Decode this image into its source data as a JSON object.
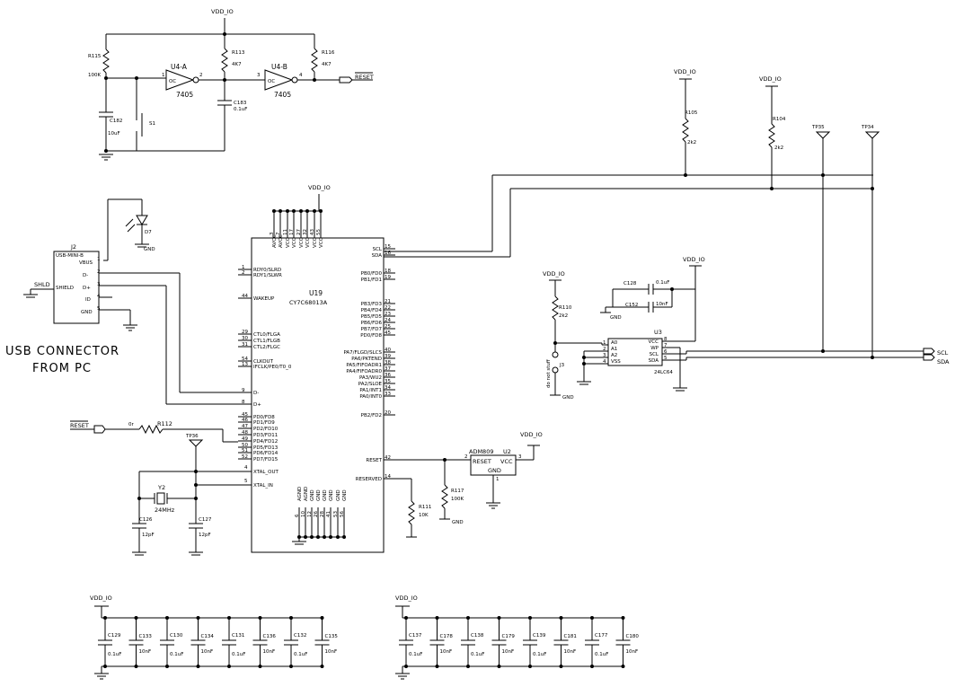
{
  "power": {
    "vdd": "VDD_IO",
    "gnd": "GND"
  },
  "reset_net": "RESET",
  "heading": {
    "line1": "USB CONNECTOR",
    "line2": "FROM PC"
  },
  "reset_circuit": {
    "r115": {
      "ref": "R115",
      "val": "100K"
    },
    "r113": {
      "ref": "R113",
      "val": "4K7"
    },
    "r116": {
      "ref": "R116",
      "val": "4K7"
    },
    "u4a": {
      "ref": "U4-A",
      "type": "7405",
      "oc": "OC",
      "pin_in": "1",
      "pin_out": "2"
    },
    "u4b": {
      "ref": "U4-B",
      "type": "7405",
      "oc": "OC",
      "pin_in": "3",
      "pin_out": "4"
    },
    "c182": {
      "ref": "C182",
      "val": "10uF"
    },
    "c183": {
      "ref": "C183",
      "val": "0.1uF"
    },
    "s1": {
      "ref": "S1"
    }
  },
  "led": {
    "ref": "D7"
  },
  "usb_conn": {
    "ref": "J2",
    "type": "USB-MINI-B",
    "pins": [
      {
        "name": "VBUS",
        "num": "1"
      },
      {
        "name": "D-",
        "num": "2"
      },
      {
        "name": "D+",
        "num": "3"
      },
      {
        "name": "ID",
        "num": "4"
      },
      {
        "name": "GND",
        "num": "5"
      }
    ],
    "shield": "SHIELD",
    "shld": "SHLD"
  },
  "mcu": {
    "ref": "U19",
    "part": "CY7C68013A",
    "top_pins": [
      {
        "name": "AVCC",
        "num": "3"
      },
      {
        "name": "AVCC",
        "num": "7"
      },
      {
        "name": "VCC",
        "num": "11"
      },
      {
        "name": "VCC",
        "num": "17"
      },
      {
        "name": "VCC",
        "num": "27"
      },
      {
        "name": "VCC",
        "num": "32"
      },
      {
        "name": "VCC",
        "num": "43"
      },
      {
        "name": "VCC",
        "num": "55"
      }
    ],
    "bottom_pins": [
      {
        "name": "AGND",
        "num": "6"
      },
      {
        "name": "AGND",
        "num": "10"
      },
      {
        "name": "GND",
        "num": "12"
      },
      {
        "name": "GND",
        "num": "26"
      },
      {
        "name": "GND",
        "num": "28"
      },
      {
        "name": "GND",
        "num": "41"
      },
      {
        "name": "GND",
        "num": "53"
      },
      {
        "name": "GND",
        "num": "56"
      }
    ],
    "left_pins": [
      {
        "name": "RDY0/SLRD",
        "num": "1"
      },
      {
        "name": "RDY1/SLWR",
        "num": "2"
      },
      {
        "name": "WAKEUP",
        "num": "44"
      },
      {
        "name": "CTL0/FLGA",
        "num": "29"
      },
      {
        "name": "CTL1/FLGB",
        "num": "30"
      },
      {
        "name": "CTL2/FLGC",
        "num": "31"
      },
      {
        "name": "CLKOUT",
        "num": "54"
      },
      {
        "name": "IFCLK/PE0/T0_0",
        "num": "13"
      },
      {
        "name": "D-",
        "num": "9"
      },
      {
        "name": "D+",
        "num": "8"
      },
      {
        "name": "PD0/FD8",
        "num": "45"
      },
      {
        "name": "PD1/FD9",
        "num": "46"
      },
      {
        "name": "PD2/FD10",
        "num": "47"
      },
      {
        "name": "PD3/FD11",
        "num": "48"
      },
      {
        "name": "PD4/FD12",
        "num": "49"
      },
      {
        "name": "PD5/FD13",
        "num": "50"
      },
      {
        "name": "PD6/FD14",
        "num": "51"
      },
      {
        "name": "PD7/FD15",
        "num": "52"
      },
      {
        "name": "XTAL_OUT",
        "num": "4"
      },
      {
        "name": "XTAL_IN",
        "num": "5"
      }
    ],
    "right_pins": [
      {
        "name": "SCL",
        "num": "15"
      },
      {
        "name": "SDA",
        "num": "16"
      },
      {
        "name": "PB0/FD0",
        "num": "18"
      },
      {
        "name": "PB1/FD1",
        "num": "19"
      },
      {
        "name": "PB3/FD3",
        "num": "21"
      },
      {
        "name": "PB4/FD4",
        "num": "22"
      },
      {
        "name": "PB5/FD5",
        "num": "23"
      },
      {
        "name": "PB6/FD6",
        "num": "24"
      },
      {
        "name": "PB7/FD7",
        "num": "25"
      },
      {
        "name": "PD0/FD8",
        "num": "45"
      },
      {
        "name": "PA7/FLGD/SLCS",
        "num": "40"
      },
      {
        "name": "PA6/PKTEND",
        "num": "39"
      },
      {
        "name": "PA5/FIFOADR1",
        "num": "38"
      },
      {
        "name": "PA4/FIFOADR0",
        "num": "37"
      },
      {
        "name": "PA3/WU2",
        "num": "36"
      },
      {
        "name": "PA2/SLOE",
        "num": "35"
      },
      {
        "name": "PA1/INT1",
        "num": "34"
      },
      {
        "name": "PA0/INT0",
        "num": "33"
      },
      {
        "name": "PB2/FD2",
        "num": "20"
      },
      {
        "name": "RESET",
        "num": "42"
      },
      {
        "name": "RESERVED",
        "num": "14"
      }
    ]
  },
  "crystal": {
    "ref": "Y2",
    "val": "24MHz",
    "c126": {
      "ref": "C126",
      "val": "12pF"
    },
    "c127": {
      "ref": "C127",
      "val": "12pF"
    },
    "tp36": "TP36"
  },
  "r112": {
    "ref": "R112",
    "val": "0r"
  },
  "r111": {
    "ref": "R111",
    "val": "10K"
  },
  "r117": {
    "ref": "R117",
    "val": "100K"
  },
  "supervisor": {
    "ref": "U2",
    "part": "ADM809",
    "reset": "RESET",
    "vcc": "VCC",
    "gnd": "GND",
    "pin_reset": "2",
    "pin_vcc": "3",
    "pin_gnd": "1"
  },
  "i2c": {
    "r105": {
      "ref": "R105",
      "val": "2k2"
    },
    "r104": {
      "ref": "R104",
      "val": "2k2"
    },
    "tp35": "TP35",
    "tp34": "TP34",
    "scl": "SCL",
    "sda": "SDA"
  },
  "eeprom": {
    "ref": "U3",
    "part": "24LC64",
    "left_pins": [
      {
        "name": "A0",
        "num": "1"
      },
      {
        "name": "A1",
        "num": "2"
      },
      {
        "name": "A2",
        "num": "3"
      },
      {
        "name": "VSS",
        "num": "4"
      }
    ],
    "right_pins": [
      {
        "name": "VCC",
        "num": "8"
      },
      {
        "name": "WP",
        "num": "7"
      },
      {
        "name": "SCL",
        "num": "6"
      },
      {
        "name": "SDA",
        "num": "5"
      }
    ],
    "c128": {
      "ref": "C128",
      "val": "0.1uF"
    },
    "c152": {
      "ref": "C152",
      "val": "10nF"
    },
    "r110": {
      "ref": "R110",
      "val": "2k2"
    },
    "j3": {
      "ref": "J3",
      "note": "do not stuff"
    }
  },
  "decoupling": {
    "left": [
      {
        "ref": "C129",
        "val": "0.1uF"
      },
      {
        "ref": "C133",
        "val": "10nF"
      },
      {
        "ref": "C130",
        "val": "0.1uF"
      },
      {
        "ref": "C134",
        "val": "10nF"
      },
      {
        "ref": "C131",
        "val": "0.1uF"
      },
      {
        "ref": "C136",
        "val": "10nF"
      },
      {
        "ref": "C132",
        "val": "0.1uF"
      },
      {
        "ref": "C135",
        "val": "10nF"
      }
    ],
    "right": [
      {
        "ref": "C137",
        "val": "0.1uF"
      },
      {
        "ref": "C178",
        "val": "10nF"
      },
      {
        "ref": "C138",
        "val": "0.1uF"
      },
      {
        "ref": "C179",
        "val": "10nF"
      },
      {
        "ref": "C139",
        "val": "0.1uF"
      },
      {
        "ref": "C181",
        "val": "10nF"
      },
      {
        "ref": "C177",
        "val": "0.1uF"
      },
      {
        "ref": "C180",
        "val": "10nF"
      }
    ]
  }
}
